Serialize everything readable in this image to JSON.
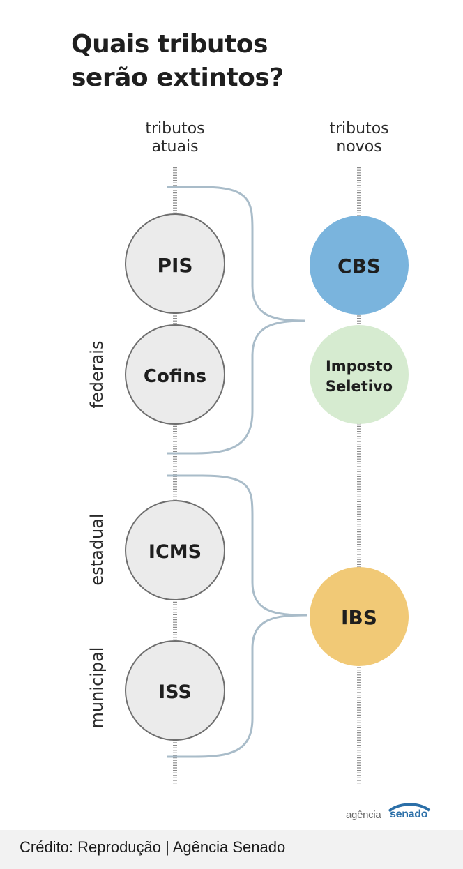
{
  "title": {
    "line1": "Quais tributos",
    "line2": "serão extintos?"
  },
  "columns": {
    "left": {
      "line1": "tributos",
      "line2": "atuais"
    },
    "right": {
      "line1": "tributos",
      "line2": "novos"
    }
  },
  "current_taxes": [
    {
      "label": "PIS",
      "color": "#ebebeb"
    },
    {
      "label": "Cofins",
      "color": "#ebebeb"
    },
    {
      "label": "ICMS",
      "color": "#ebebeb"
    },
    {
      "label": "ISS",
      "color": "#ebebeb"
    }
  ],
  "new_taxes": [
    {
      "label": "CBS",
      "color": "#7ab4dd"
    },
    {
      "label_line1": "Imposto",
      "label_line2": "Seletivo",
      "color": "#d6ebd0"
    },
    {
      "label": "IBS",
      "color": "#f1c976"
    }
  ],
  "groups": {
    "federal": "federais",
    "state": "estadual",
    "municipal": "municipal"
  },
  "logo": {
    "part1": "agência",
    "part2": "senado"
  },
  "credit": "Crédito: Reprodução | Agência Senado",
  "colors": {
    "bracket": "#a9bcc9",
    "circle_stroke": "#6e6e6e",
    "dotted_line": "#8a8a8a"
  }
}
